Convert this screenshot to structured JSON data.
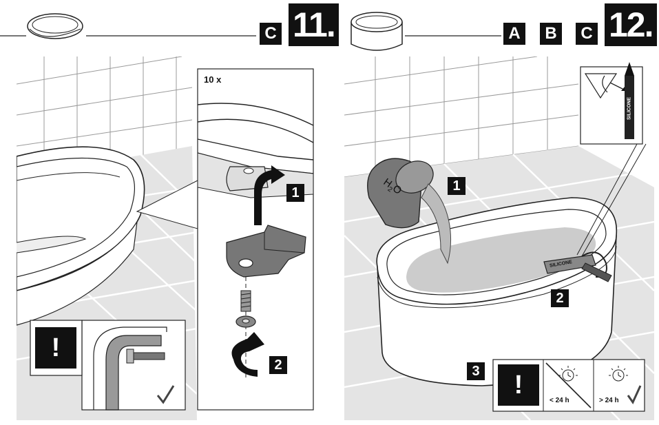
{
  "step11": {
    "step_number": "11.",
    "variant_tags": [
      "C"
    ],
    "quantity": "10 x",
    "callouts": [
      "1",
      "2"
    ],
    "warning": "!"
  },
  "step12": {
    "step_number": "12.",
    "variant_tags": [
      "A",
      "B",
      "C"
    ],
    "callouts": [
      "1",
      "2",
      "3"
    ],
    "water_label_main": "H",
    "water_label_sub": "2",
    "water_label_end": "O",
    "tube_label": "SILICONE",
    "cartridge_label": "SILICONE",
    "warning": "!",
    "cure_short": "< 24 h",
    "cure_long": "> 24 h"
  }
}
